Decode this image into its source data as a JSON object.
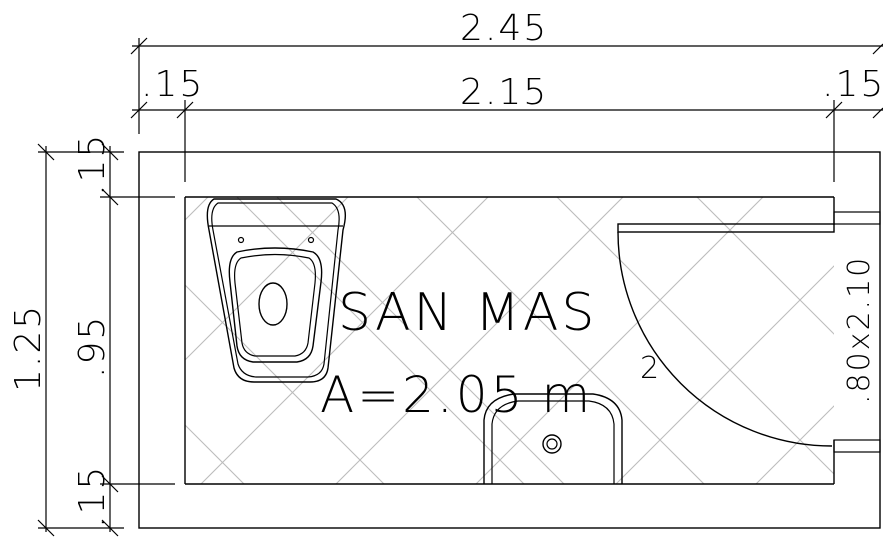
{
  "room": {
    "name": "SAN MAS",
    "area": "A=2.05",
    "area_unit": "m",
    "area_exponent": "2"
  },
  "dimensions": {
    "overall_width": "2.45",
    "inner_width": "2.15",
    "wall_left": ".15",
    "wall_right": ".15",
    "overall_depth": "1.25",
    "inner_depth": ".95",
    "wall_top": ".15",
    "wall_bottom": ".15"
  },
  "door": {
    "size": ".80x2.10"
  },
  "fixtures": {
    "toilet": "toilet-icon",
    "sink": "sink-icon"
  }
}
